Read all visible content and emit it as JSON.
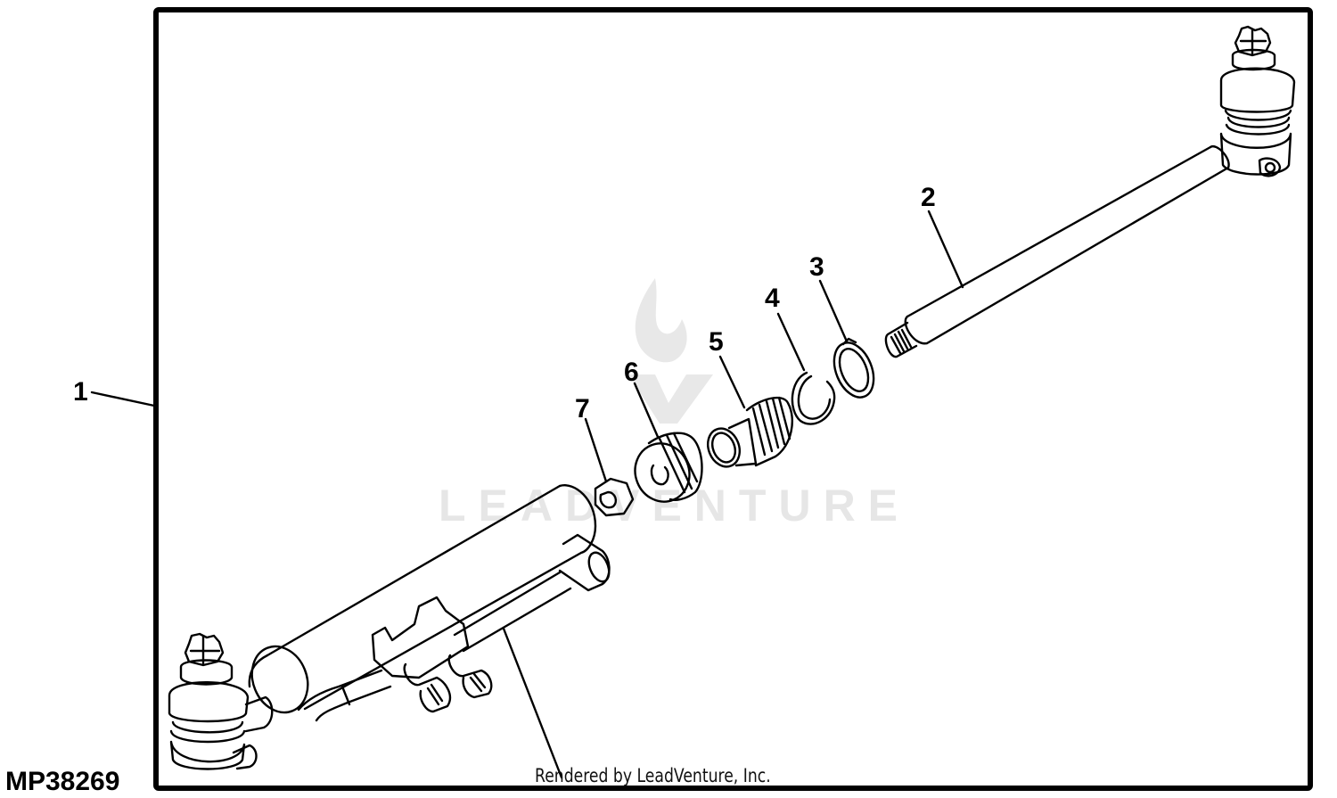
{
  "diagram": {
    "type": "exploded-parts-diagram",
    "subject": "steering cylinder / tie rod assembly",
    "figure_id": "MP38269",
    "footer_credit": "Rendered by LeadVenture, Inc.",
    "watermark": {
      "text": "LEADVENTURE",
      "logo": "flame-v-logo",
      "color": "#e6e6e6"
    },
    "frame": {
      "stroke_color": "#000000",
      "background": "#ffffff"
    },
    "callouts": [
      {
        "number": "1",
        "target": "assembly-frame"
      },
      {
        "number": "2",
        "target": "tie-rod"
      },
      {
        "number": "3",
        "target": "snap-ring"
      },
      {
        "number": "4",
        "target": "retaining-ring"
      },
      {
        "number": "5",
        "target": "boot"
      },
      {
        "number": "6",
        "target": "plug"
      },
      {
        "number": "7",
        "target": "nut"
      }
    ]
  }
}
